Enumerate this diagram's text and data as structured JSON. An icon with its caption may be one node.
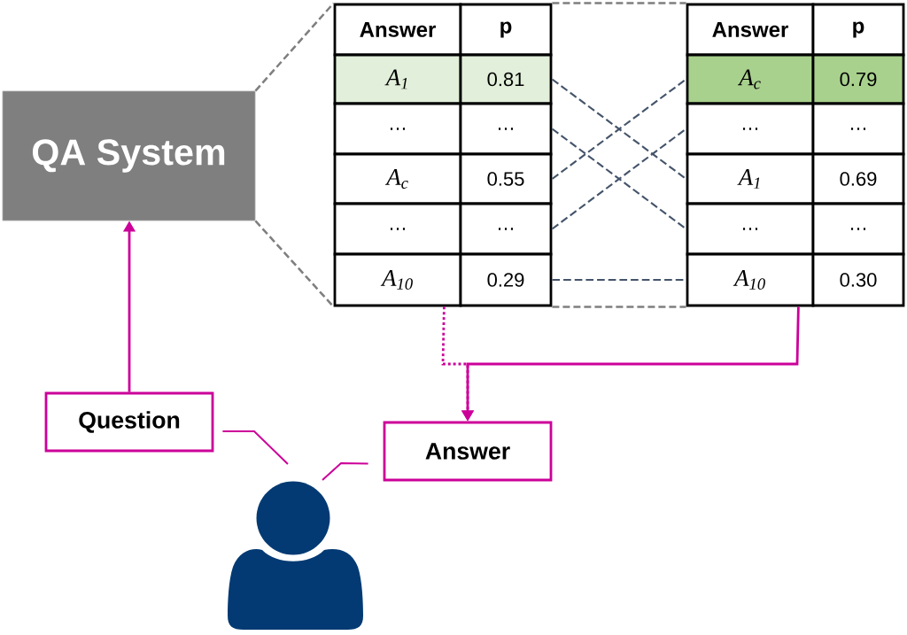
{
  "diagram": {
    "nodes": [
      {
        "text": [
          "QA System"
        ]
      },
      {
        "text": [
          "Answer"
        ]
      },
      {
        "text": [
          "p"
        ]
      },
      {
        "text": [
          "A$_{1}$"
        ]
      },
      {
        "text": [
          "0.81"
        ]
      },
      {
        "text": [
          "…"
        ]
      },
      {
        "text": [
          "…"
        ]
      },
      {
        "text": [
          "A$_{c}$"
        ]
      },
      {
        "text": [
          "0.55"
        ]
      },
      {
        "text": [
          "…"
        ]
      },
      {
        "text": [
          "…"
        ]
      },
      {
        "text": [
          "A$_{10}$"
        ]
      },
      {
        "text": [
          "0.29"
        ]
      },
      {
        "text": [
          "Answer"
        ]
      },
      {
        "text": [
          "p"
        ]
      },
      {
        "text": [
          "A$_{c}$"
        ]
      },
      {
        "text": [
          "0.79"
        ]
      },
      {
        "text": [
          "…"
        ]
      },
      {
        "text": [
          "…"
        ]
      },
      {
        "text": [
          "A$_{1}$"
        ]
      },
      {
        "text": [
          "0.69"
        ]
      },
      {
        "text": [
          "…"
        ]
      },
      {
        "text": [
          "…"
        ]
      },
      {
        "text": [
          "A$_{10}$"
        ]
      },
      {
        "text": [
          "0.30"
        ]
      },
      {
        "text": [
          "Question"
        ]
      },
      {
        "text": [
          "Answer"
        ]
      },
      {
        "text": [],
        "shape": "person"
      }
    ],
    "edges": [
      {
        "from": 0,
        "to": 1,
        "arrow": "none",
        "style": "dashed",
        "color": "#7f7f7f"
      },
      {
        "from": 0,
        "to": 11,
        "arrow": "none",
        "style": "dashed",
        "color": "#7f7f7f"
      },
      {
        "from": 2,
        "to": 13,
        "arrow": "none",
        "style": "dashed",
        "color": "#7f7f7f"
      },
      {
        "from": 12,
        "to": 23,
        "arrow": "none",
        "style": "dashed",
        "color": "#7f7f7f"
      },
      {
        "from": 4,
        "to": 19,
        "arrow": "none",
        "style": "dashed",
        "color": "#44546a"
      },
      {
        "from": 6,
        "to": 21,
        "arrow": "none",
        "style": "dashed",
        "color": "#44546a"
      },
      {
        "from": 8,
        "to": 15,
        "arrow": "none",
        "style": "dashed",
        "color": "#44546a"
      },
      {
        "from": 10,
        "to": 17,
        "arrow": "none",
        "style": "dashed",
        "color": "#44546a"
      },
      {
        "from": 12,
        "to": 23,
        "arrow": "none",
        "style": "dashed",
        "color": "#44546a"
      },
      {
        "from": 25,
        "to": 0,
        "arrow": "to",
        "color": "#cc0099"
      },
      {
        "from": 11,
        "to": 26,
        "arrow": "to",
        "style": "dashed",
        "color": "#cc0099"
      },
      {
        "from": 23,
        "to": 26,
        "arrow": "to",
        "color": "#cc0099"
      },
      {
        "from": 25,
        "to": 27,
        "arrow": "none",
        "color": "#cc0099"
      },
      {
        "from": 26,
        "to": 27,
        "arrow": "none",
        "color": "#cc0099"
      }
    ]
  }
}
